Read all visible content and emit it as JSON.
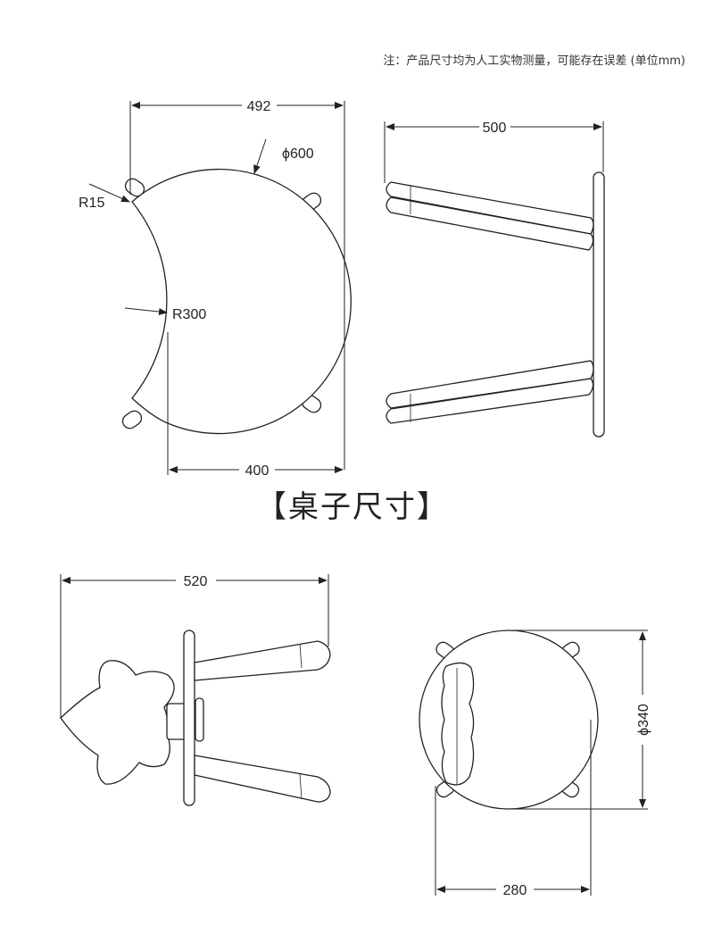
{
  "note": "注：产品尺寸均为人工实物测量，可能存在误差 (单位mm)",
  "section_title": "【桌子尺寸】",
  "table_top_view": {
    "width_label": "492",
    "diameter_label": "ϕ600",
    "corner_radius_label": "R15",
    "inner_radius_label": "R300",
    "depth_label": "400"
  },
  "table_side_view": {
    "height_label": "500"
  },
  "stool_side_view": {
    "height_label": "520"
  },
  "stool_top_view": {
    "diameter_label": "ϕ340",
    "depth_label": "280"
  }
}
